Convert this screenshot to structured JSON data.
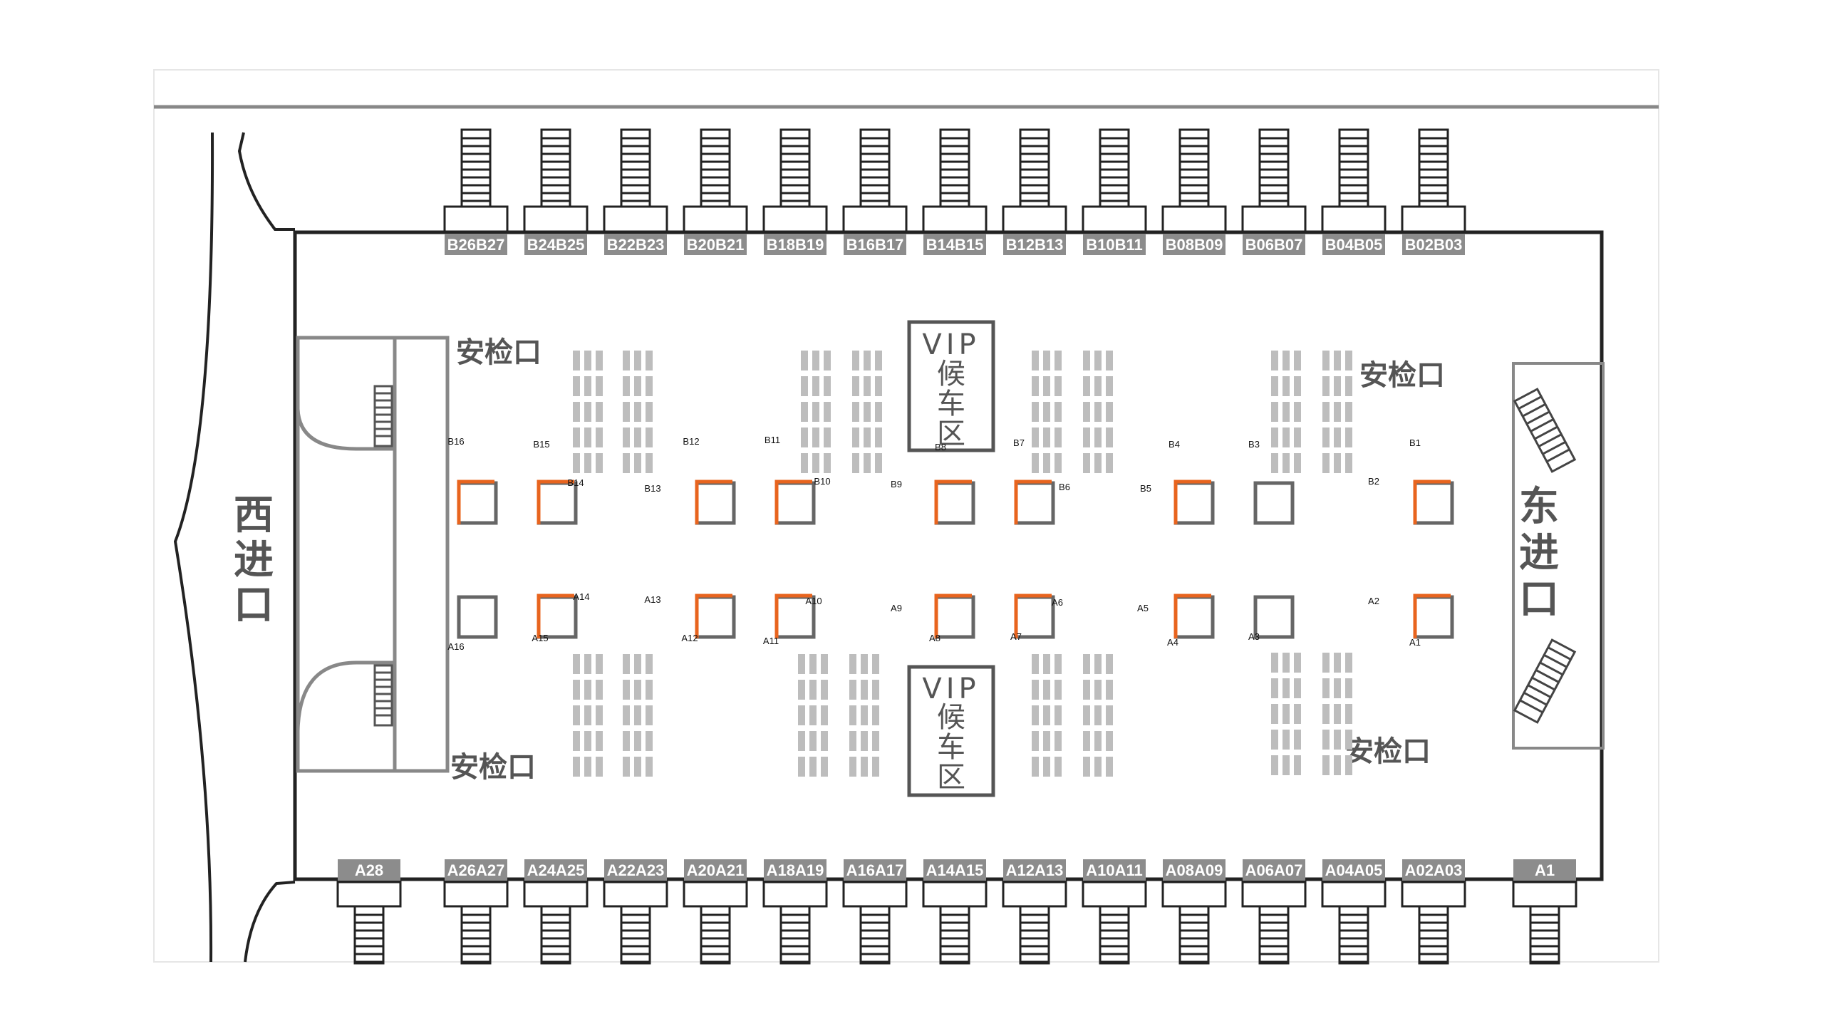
{
  "map": {
    "west_entrance": "西进口",
    "east_entrance": "东进口",
    "security_checks": [
      "安检口",
      "安检口",
      "安检口",
      "安检口"
    ],
    "vip_top": [
      "VIP",
      "候",
      "车",
      "区"
    ],
    "vip_bottom": [
      "VIP",
      "候",
      "车",
      "区"
    ],
    "top_gates": [
      "B26B27",
      "B24B25",
      "B22B23",
      "B20B21",
      "B18B19",
      "B16B17",
      "B14B15",
      "B12B13",
      "B10B11",
      "B08B09",
      "B06B07",
      "B04B05",
      "B02B03"
    ],
    "bottom_gates": [
      "A28",
      "A26A27",
      "A24A25",
      "A22A23",
      "A20A21",
      "A18A19",
      "A16A17",
      "A14A15",
      "A12A13",
      "A10A11",
      "A08A09",
      "A06A07",
      "A04A05",
      "A02A03",
      "A1"
    ],
    "b_labels": [
      "B16",
      "B15",
      "B14",
      "B13",
      "B12",
      "B11",
      "B10",
      "B9",
      "B8",
      "B7",
      "B6",
      "B5",
      "B4",
      "B3",
      "B2",
      "B1"
    ],
    "a_labels": [
      "A16",
      "A15",
      "A14",
      "A13",
      "A12",
      "A11",
      "A10",
      "A9",
      "A8",
      "A7",
      "A6",
      "A5",
      "A4",
      "A3",
      "A2",
      "A1"
    ]
  },
  "colors": {
    "highlight": "#e8641e",
    "gate_label_bg": "#8c8c8c",
    "seats": "#bdbdbd",
    "outline": "#222222"
  }
}
